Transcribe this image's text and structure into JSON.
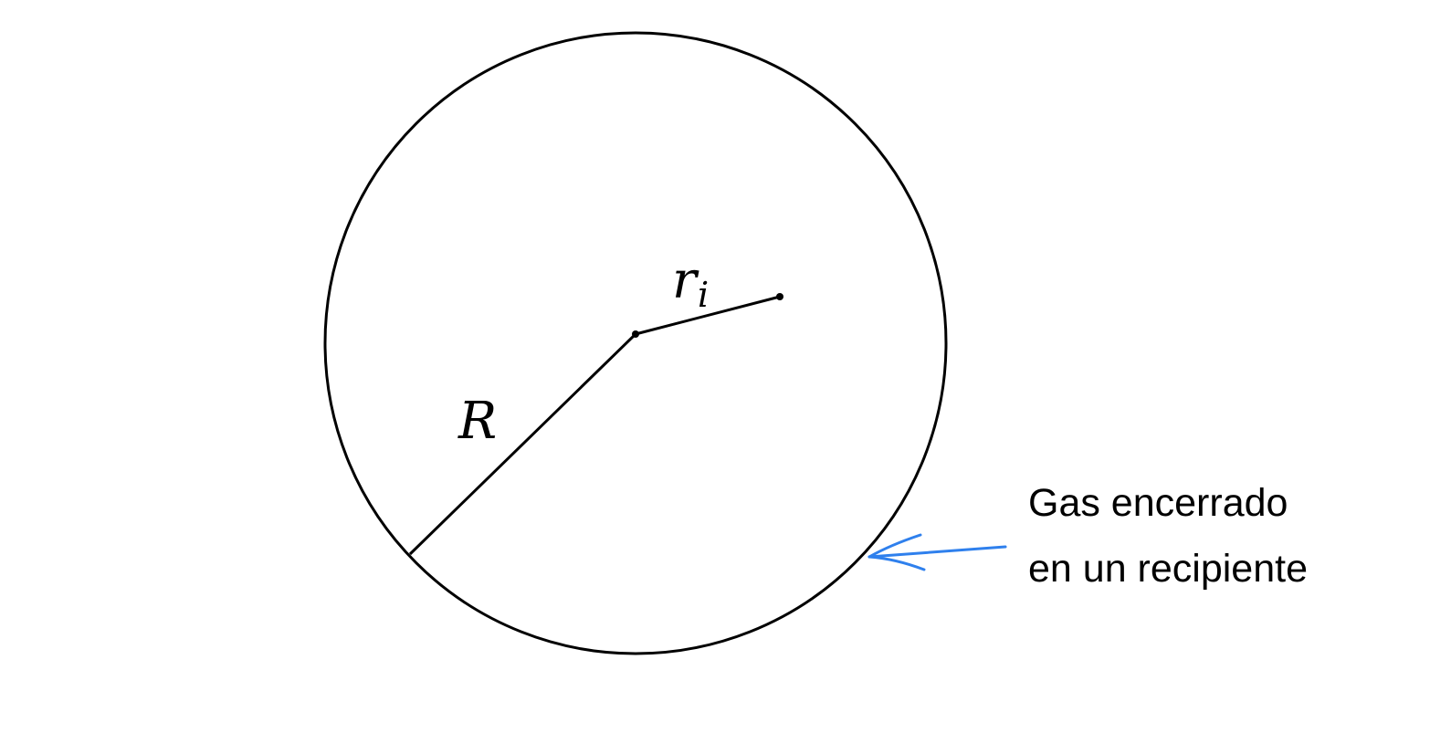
{
  "labels": {
    "radius_big": "R",
    "radius_small_base": "r",
    "radius_small_sub": "i"
  },
  "caption": {
    "line1": "Gas encerrado",
    "line2": "en un recipiente"
  },
  "colors": {
    "stroke": "#000000",
    "arrow": "#2f80ed",
    "background": "#ffffff"
  }
}
